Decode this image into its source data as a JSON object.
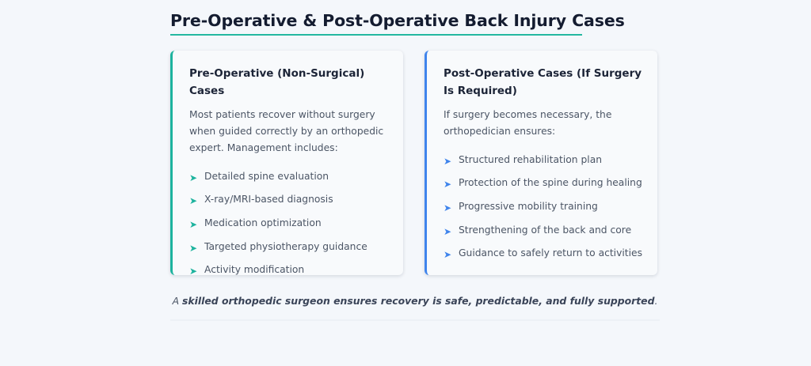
{
  "header": {
    "title": "Pre-Operative & Post-Operative Back Injury Cases"
  },
  "colors": {
    "accent_teal": "#1db39e",
    "accent_blue": "#3f84ec",
    "title_underline": "#24b8a0"
  },
  "cards": [
    {
      "title": "Pre-Operative (Non-Surgical) Cases",
      "intro": "Most patients recover without surgery when guided correctly by an orthopedic expert. Management includes:",
      "bullet_icon": "arrow-right-icon",
      "items": [
        "Detailed spine evaluation",
        "X-ray/MRI-based diagnosis",
        "Medication optimization",
        "Targeted physiotherapy guidance",
        "Activity modification"
      ]
    },
    {
      "title": "Post-Operative Cases (If Surgery Is Required)",
      "intro": "If surgery becomes necessary, the orthopedician ensures:",
      "bullet_icon": "arrow-right-icon",
      "items": [
        "Structured rehabilitation plan",
        "Protection of the spine during healing",
        "Progressive mobility training",
        "Strengthening of the back and core",
        "Guidance to safely return to activities"
      ]
    }
  ],
  "footer": {
    "prefix": "A ",
    "emphasis": "skilled orthopedic surgeon ensures recovery is safe, predictable, and fully supported",
    "suffix": "."
  },
  "arrow_glyph": "➤"
}
